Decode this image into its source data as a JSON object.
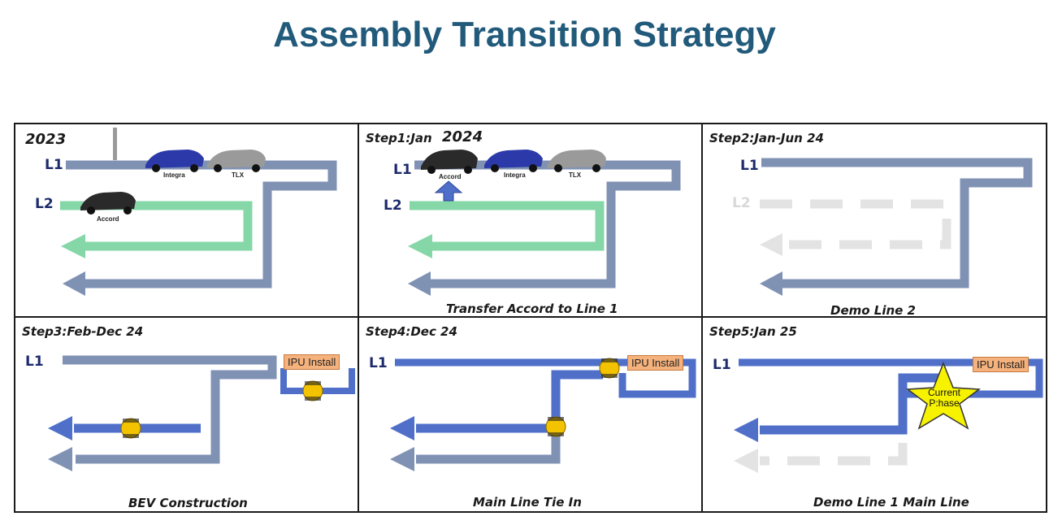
{
  "title": "Assembly Transition Strategy",
  "colors": {
    "slate": "#8092b4",
    "green": "#86d7a8",
    "blue": "#4f6fc9",
    "faded": "#e3e3e3",
    "title": "#215a7a"
  },
  "panels": [
    {
      "id": "p2023",
      "heading": "2023",
      "caption": ""
    },
    {
      "id": "p1",
      "heading": "Step1:Jan",
      "heading_year": "2024",
      "caption": "Transfer Accord to Line 1"
    },
    {
      "id": "p2",
      "heading": "Step2:Jan-Jun 24",
      "caption": "Demo Line 2"
    },
    {
      "id": "p3",
      "heading": "Step3:Feb-Dec 24",
      "caption": "BEV Construction"
    },
    {
      "id": "p4",
      "heading": "Step4:Dec 24",
      "caption": "Main Line Tie In"
    },
    {
      "id": "p5",
      "heading": "Step5:Jan 25",
      "caption": "Demo Line 1 Main Line"
    }
  ],
  "labels": {
    "l1": "L1",
    "l2": "L2"
  },
  "cars": {
    "integra": "Integra",
    "tlx": "TLX",
    "accord": "Accord"
  },
  "ipu_label": "IPU Install",
  "star": {
    "line1": "Current",
    "line2": "P:hase"
  }
}
